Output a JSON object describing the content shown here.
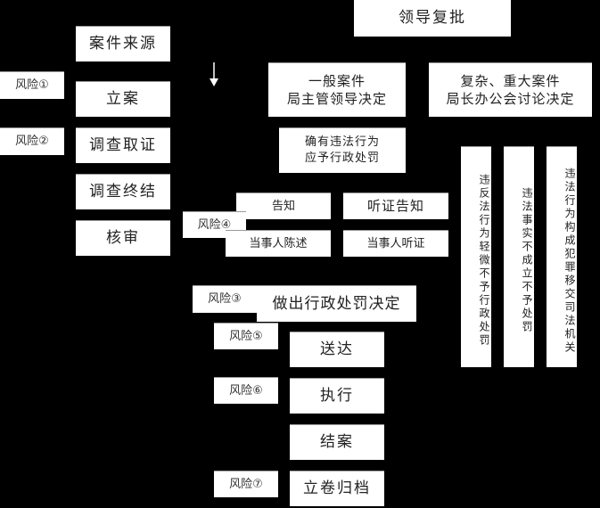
{
  "top": {
    "leader_approval": "领导复批"
  },
  "main_flow": {
    "case_source": "案件来源",
    "filing": "立案",
    "investigation": "调查取证",
    "investigation_end": "调查终结",
    "review": "核审",
    "decision": "做出行政处罚决定",
    "delivery": "送达",
    "execution": "执行",
    "closing": "结案",
    "archive": "立卷归档"
  },
  "risks": {
    "r1": "风险①",
    "r2": "风险②",
    "r3": "风险③",
    "r4": "风险④",
    "r5": "风险⑤",
    "r6": "风险⑥",
    "r7": "风险⑦"
  },
  "decisions": {
    "general": {
      "line1": "一般案件",
      "line2": "局主管领导决定"
    },
    "major": {
      "line1": "复杂、重大案件",
      "line2": "局长办公会讨论决定"
    },
    "penalty": {
      "line1": "确有违法行为",
      "line2": "应予行政处罚"
    }
  },
  "notice": {
    "inform": "告知",
    "statement": "当事人陈述",
    "hearing_notice": "听证告知",
    "hearing": "当事人听证"
  },
  "outcomes": {
    "minor": "违反法行为轻微不予行政处罚",
    "not_established": "违法事实不成立不予处罚",
    "crime": "违法行为构成犯罪移交司法机关"
  }
}
